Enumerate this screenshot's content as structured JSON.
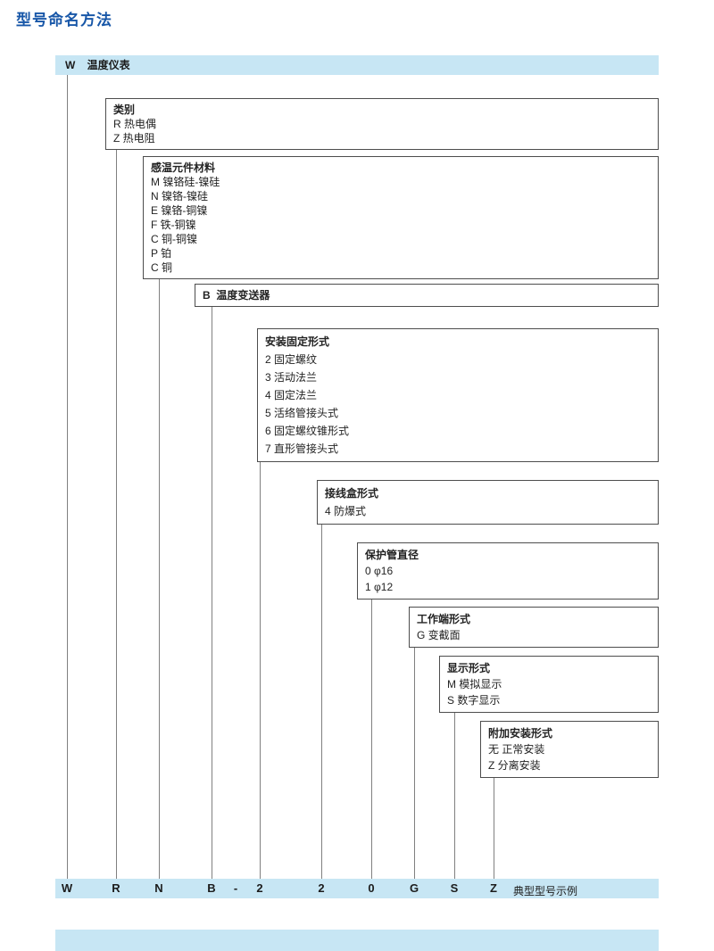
{
  "page_title": "型号命名方法",
  "banner": {
    "code": "W",
    "label": "温度仪表"
  },
  "boxes": [
    {
      "title": "类别",
      "items": [
        "R 热电偶",
        "Z 热电阻"
      ]
    },
    {
      "title": "感温元件材料",
      "items": [
        "M 镍铬硅-镍硅",
        "N 镍铬-镍硅",
        "E 镍铬-铜镍",
        "F 铁-铜镍",
        "C 铜-铜镍",
        "P 铂",
        "C 铜"
      ]
    },
    {
      "title": "B  温度变送器",
      "items": []
    },
    {
      "title": "安装固定形式",
      "items": [
        "2 固定螺纹",
        "3 活动法兰",
        "4 固定法兰",
        "5 活络管接头式",
        "6 固定螺纹锥形式",
        "7 直形管接头式"
      ]
    },
    {
      "title": "接线盒形式",
      "items": [
        "4 防爆式"
      ]
    },
    {
      "title": "保护管直径",
      "items": [
        "0 φ16",
        "1 φ12"
      ]
    },
    {
      "title": "工作端形式",
      "items": [
        "G 变截面"
      ]
    },
    {
      "title": "显示形式",
      "items": [
        "M 模拟显示",
        "S 数字显示"
      ]
    },
    {
      "title": "附加安装形式",
      "items": [
        "无 正常安装",
        "Z 分离安装"
      ]
    }
  ],
  "example": {
    "codes": [
      "W",
      "R",
      "N",
      "B",
      "-",
      "2",
      "2",
      "0",
      "G",
      "S",
      "Z"
    ],
    "label": "典型型号示例"
  },
  "colors": {
    "accent_blue": "#1857a8",
    "band_blue": "#c7e6f4"
  }
}
